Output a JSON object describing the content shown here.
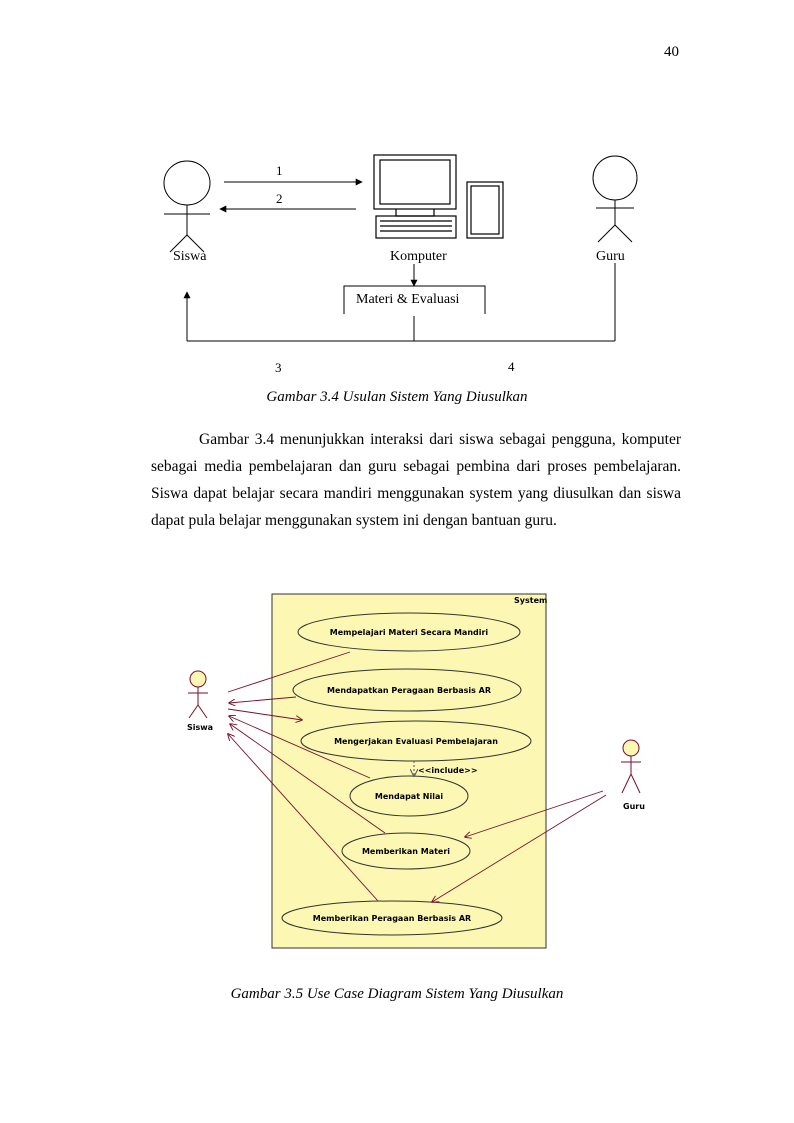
{
  "page_number": "40",
  "figure1": {
    "actor_left": "Siswa",
    "center": "Komputer",
    "actor_right": "Guru",
    "box": "Materi & Evaluasi",
    "arrow1": "1",
    "arrow2": "2",
    "arrow3": "3",
    "arrow4": "4",
    "caption": "Gambar 3.4 Usulan Sistem Yang Diusulkan"
  },
  "paragraph": "Gambar 3.4 menunjukkan interaksi dari siswa sebagai pengguna, komputer sebagai media pembelajaran dan guru sebagai pembina dari proses pembelajaran. Siswa dapat belajar secara mandiri menggunakan system yang diusulkan dan siswa dapat pula belajar menggunakan system ini dengan bantuan guru.",
  "figure2": {
    "system_label": "System",
    "actor_left": "Siswa",
    "actor_right": "Guru",
    "use_cases": [
      "Mempelajari Materi Secara Mandiri",
      "Mendapatkan Peragaan Berbasis AR",
      "Mengerjakan Evaluasi Pembelajaran",
      "Mendapat Nilai",
      "Memberikan Materi",
      "Memberikan Peragaan Berbasis AR"
    ],
    "include_label": "<<include>>",
    "caption": "Gambar 3.5 Use Case Diagram Sistem Yang Diusulkan"
  }
}
